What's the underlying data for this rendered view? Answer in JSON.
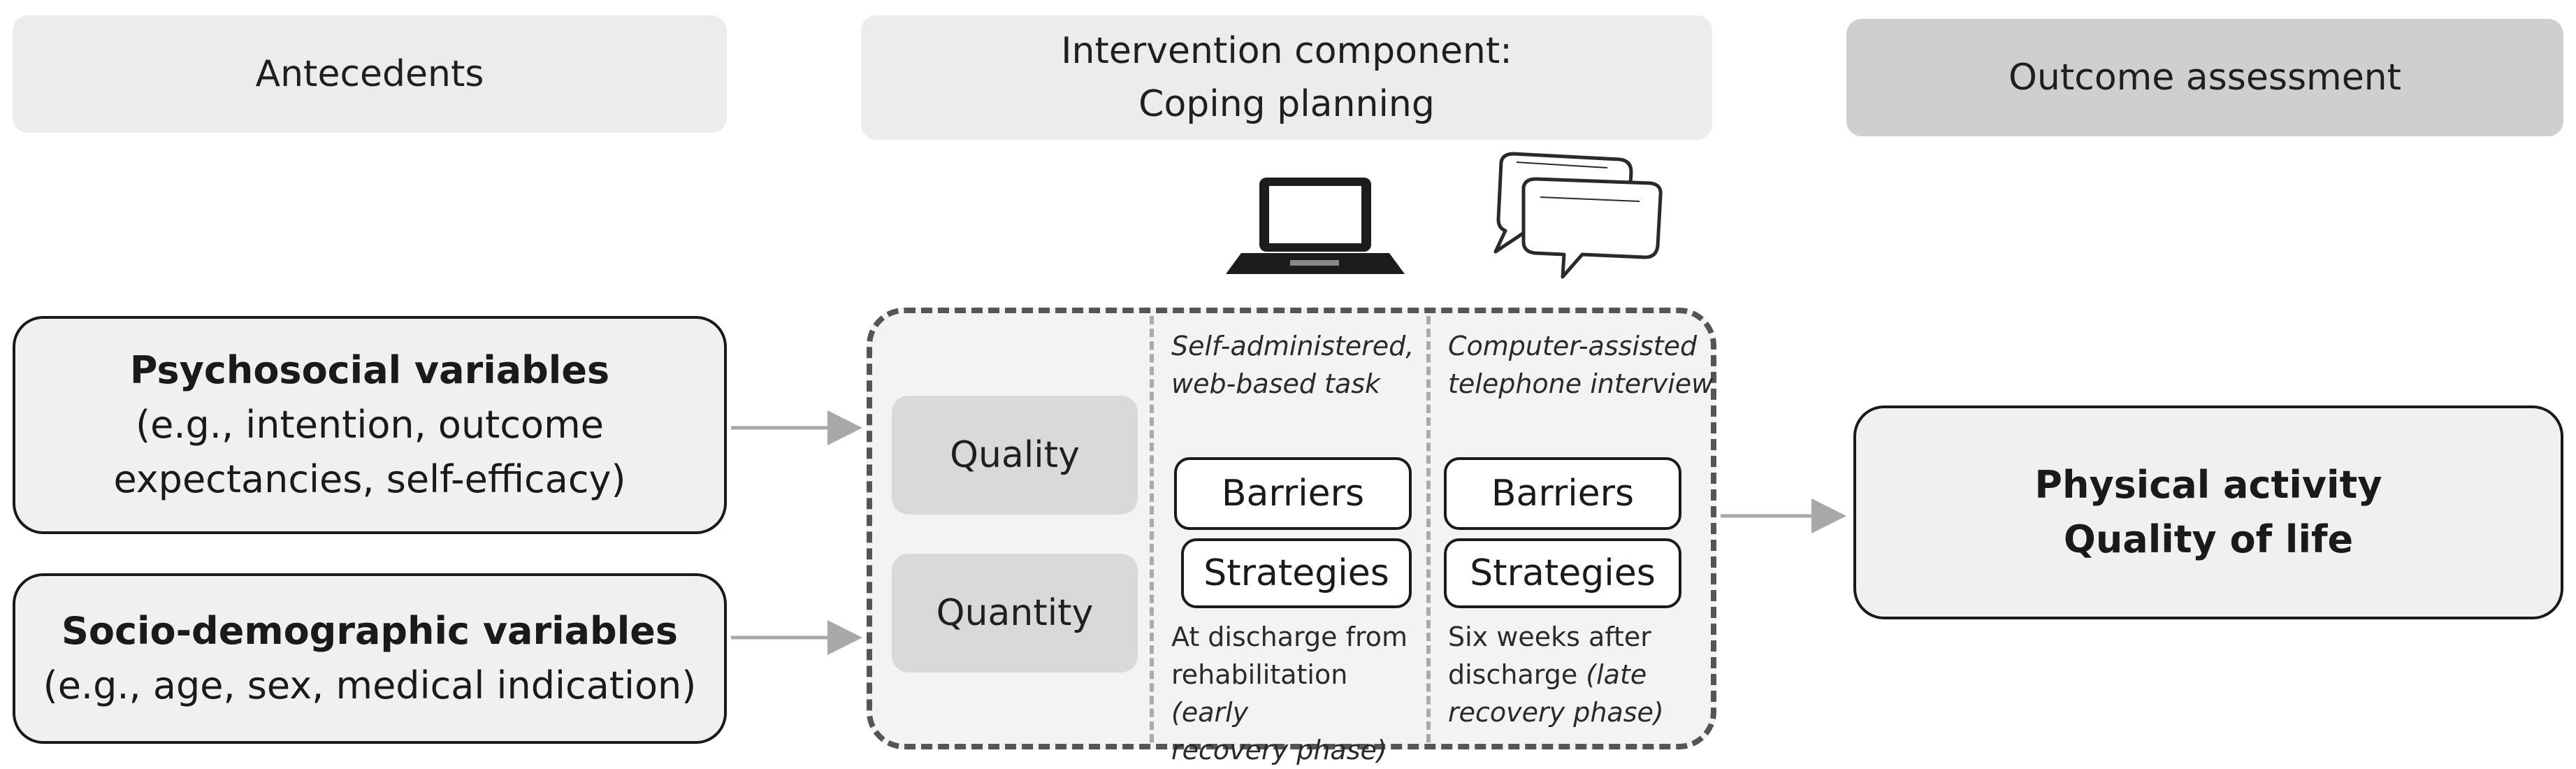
{
  "headers": {
    "antecedents": "Antecedents",
    "intervention_line1": "Intervention component:",
    "intervention_line2": "Coping planning",
    "outcome": "Outcome assessment"
  },
  "psychosocial": {
    "title": "Psychosocial variables",
    "line1": "(e.g., intention, outcome",
    "line2": "expectancies, self-efficacy)"
  },
  "sociodemographic": {
    "title": "Socio-demographic variables",
    "line1": "(e.g., age, sex, medical indication)"
  },
  "dimensions": {
    "quality": "Quality",
    "quantity": "Quantity"
  },
  "web_column": {
    "desc_line1": "Self-administered,",
    "desc_line2": "web-based task",
    "barriers": "Barriers",
    "strategies": "Strategies",
    "time_line1": "At discharge from",
    "time_line2a": "rehabilitation ",
    "time_line2b": "(early",
    "time_line3": "recovery phase)"
  },
  "phone_column": {
    "desc_line1": "Computer-assisted",
    "desc_line2": "telephone interview",
    "barriers": "Barriers",
    "strategies": "Strategies",
    "time_line1": "Six weeks after",
    "time_line2a": "discharge ",
    "time_line2b": "(late",
    "time_line3": "recovery phase)"
  },
  "outcomes": {
    "line1": "Physical activity",
    "line2": "Quality of life"
  },
  "icons": [
    "laptop-icon",
    "speech-bubbles-icon"
  ]
}
